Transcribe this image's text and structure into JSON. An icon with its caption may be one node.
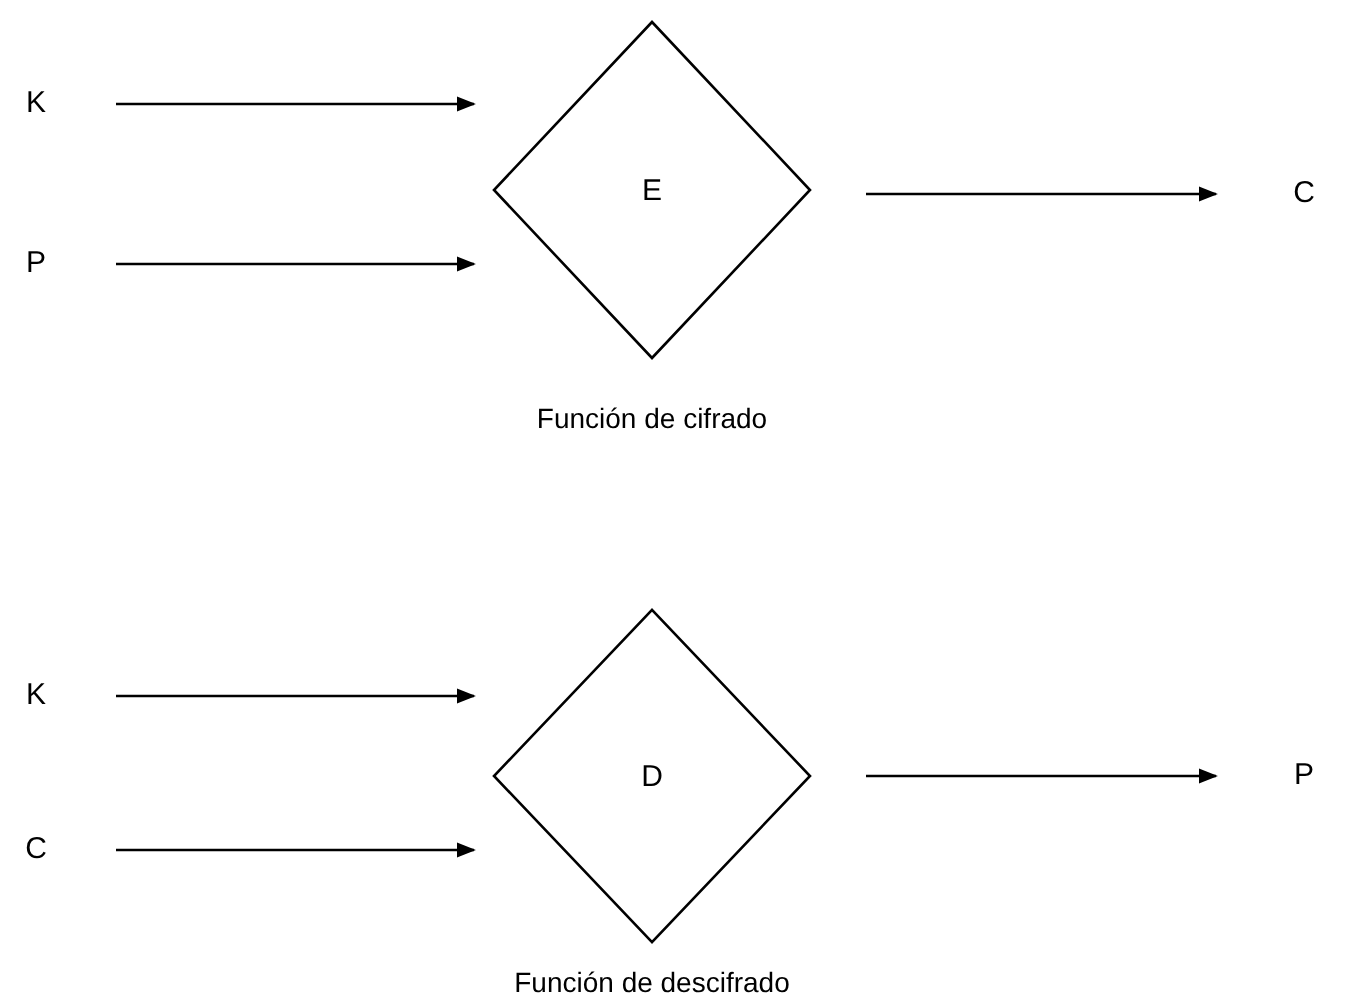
{
  "diagram": {
    "nodes": [
      {
        "text": [
          "K"
        ]
      },
      {
        "text": [
          "P"
        ]
      },
      {
        "text": [
          "E"
        ],
        "beside": [
          "Función de cifrado"
        ]
      },
      {
        "text": [
          "C"
        ]
      },
      {
        "text": [
          "K"
        ]
      },
      {
        "text": [
          "C"
        ]
      },
      {
        "text": [
          "D"
        ],
        "beside": [
          "Función de descifrado"
        ]
      },
      {
        "text": [
          "P"
        ]
      }
    ],
    "edges": [
      {
        "from": 0,
        "to": 2,
        "arrow": "to"
      },
      {
        "from": 1,
        "to": 2,
        "arrow": "to"
      },
      {
        "from": 2,
        "to": 3,
        "arrow": "to"
      },
      {
        "from": 4,
        "to": 6,
        "arrow": "to"
      },
      {
        "from": 5,
        "to": 6,
        "arrow": "to"
      },
      {
        "from": 6,
        "to": 7,
        "arrow": "to"
      }
    ]
  }
}
